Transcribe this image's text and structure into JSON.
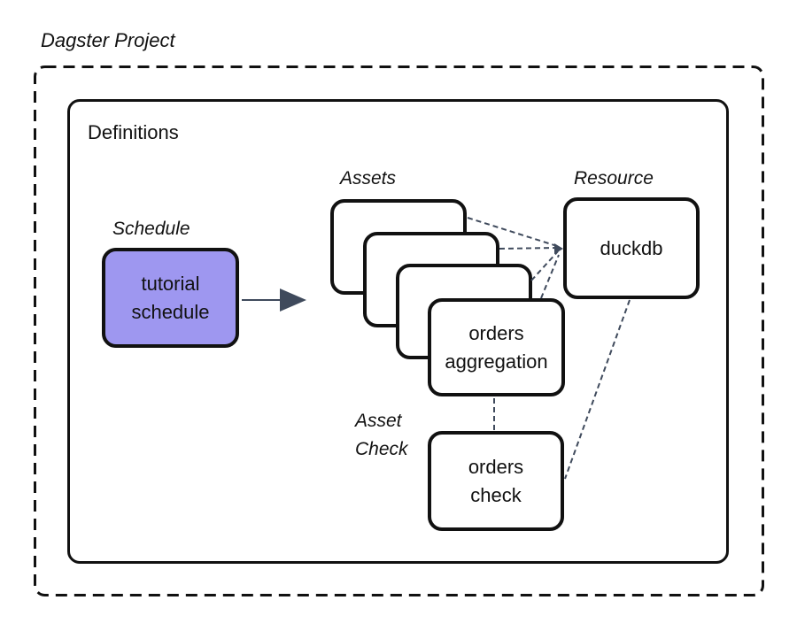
{
  "title": "Dagster Project",
  "definitions": {
    "label": "Definitions"
  },
  "schedule": {
    "label": "Schedule",
    "node": "tutorial schedule"
  },
  "assets": {
    "label": "Assets",
    "front_node": "orders aggregation",
    "stack_count": 4
  },
  "resource": {
    "label": "Resource",
    "node": "duckdb"
  },
  "asset_check": {
    "label": "Asset Check",
    "node": "orders check"
  },
  "edges": [
    {
      "from": "tutorial schedule",
      "to": "assets stack",
      "style": "solid",
      "arrow": true
    },
    {
      "from": "asset stack box 1",
      "to": "duckdb",
      "style": "dashed"
    },
    {
      "from": "asset stack box 2",
      "to": "duckdb",
      "style": "dashed"
    },
    {
      "from": "asset stack box 3",
      "to": "duckdb",
      "style": "dashed"
    },
    {
      "from": "orders aggregation",
      "to": "duckdb",
      "style": "dashed"
    },
    {
      "from": "orders aggregation",
      "to": "orders check",
      "style": "dashed"
    },
    {
      "from": "duckdb",
      "to": "orders check",
      "style": "dashed"
    }
  ],
  "colors": {
    "node_border": "#111111",
    "connector": "#3F4A5C",
    "schedule_fill": "#9E97F0",
    "background": "#FFFFFF"
  }
}
